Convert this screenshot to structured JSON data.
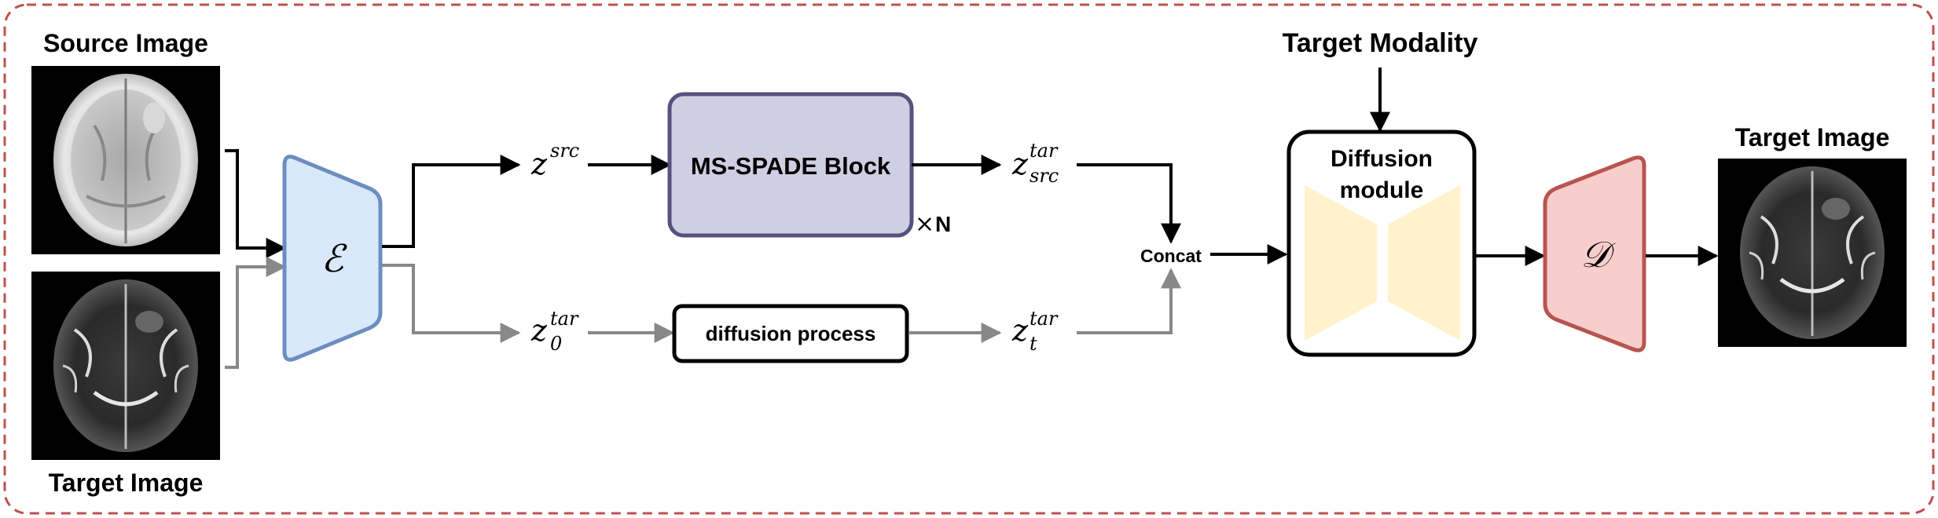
{
  "labels": {
    "source_image": "Source Image",
    "target_image_input": "Target Image",
    "target_image_output": "Target Image",
    "target_modality": "Target Modality",
    "ms_spade_block": "MS-SPADE Block",
    "repeat_marker": "N",
    "repeat_times": "×",
    "diffusion_process": "diffusion process",
    "diffusion_module_line1": "Diffusion",
    "diffusion_module_line2": "module",
    "concat": "Concat",
    "encoder_symbol": "ℰ",
    "decoder_symbol": "𝒟"
  },
  "latents": {
    "z_src": {
      "base": "z",
      "sup": "src",
      "sub": ""
    },
    "z_src_tar": {
      "base": "z",
      "sup": "tar",
      "sub": "src"
    },
    "z0_tar": {
      "base": "z",
      "sup": "tar",
      "sub": "0"
    },
    "zt_tar": {
      "base": "z",
      "sup": "tar",
      "sub": "t"
    }
  },
  "colors": {
    "frame_dash": "#c0504d",
    "encoder_fill": "#dae8fc",
    "encoder_stroke": "#6c8ebf",
    "decoder_fill": "#f8cecc",
    "decoder_stroke": "#b85450",
    "spade_fill": "#d0cee2",
    "spade_stroke": "#56517e",
    "unet_fill": "#fff2cc",
    "arrow_black": "#000000",
    "arrow_gray": "#888888"
  }
}
